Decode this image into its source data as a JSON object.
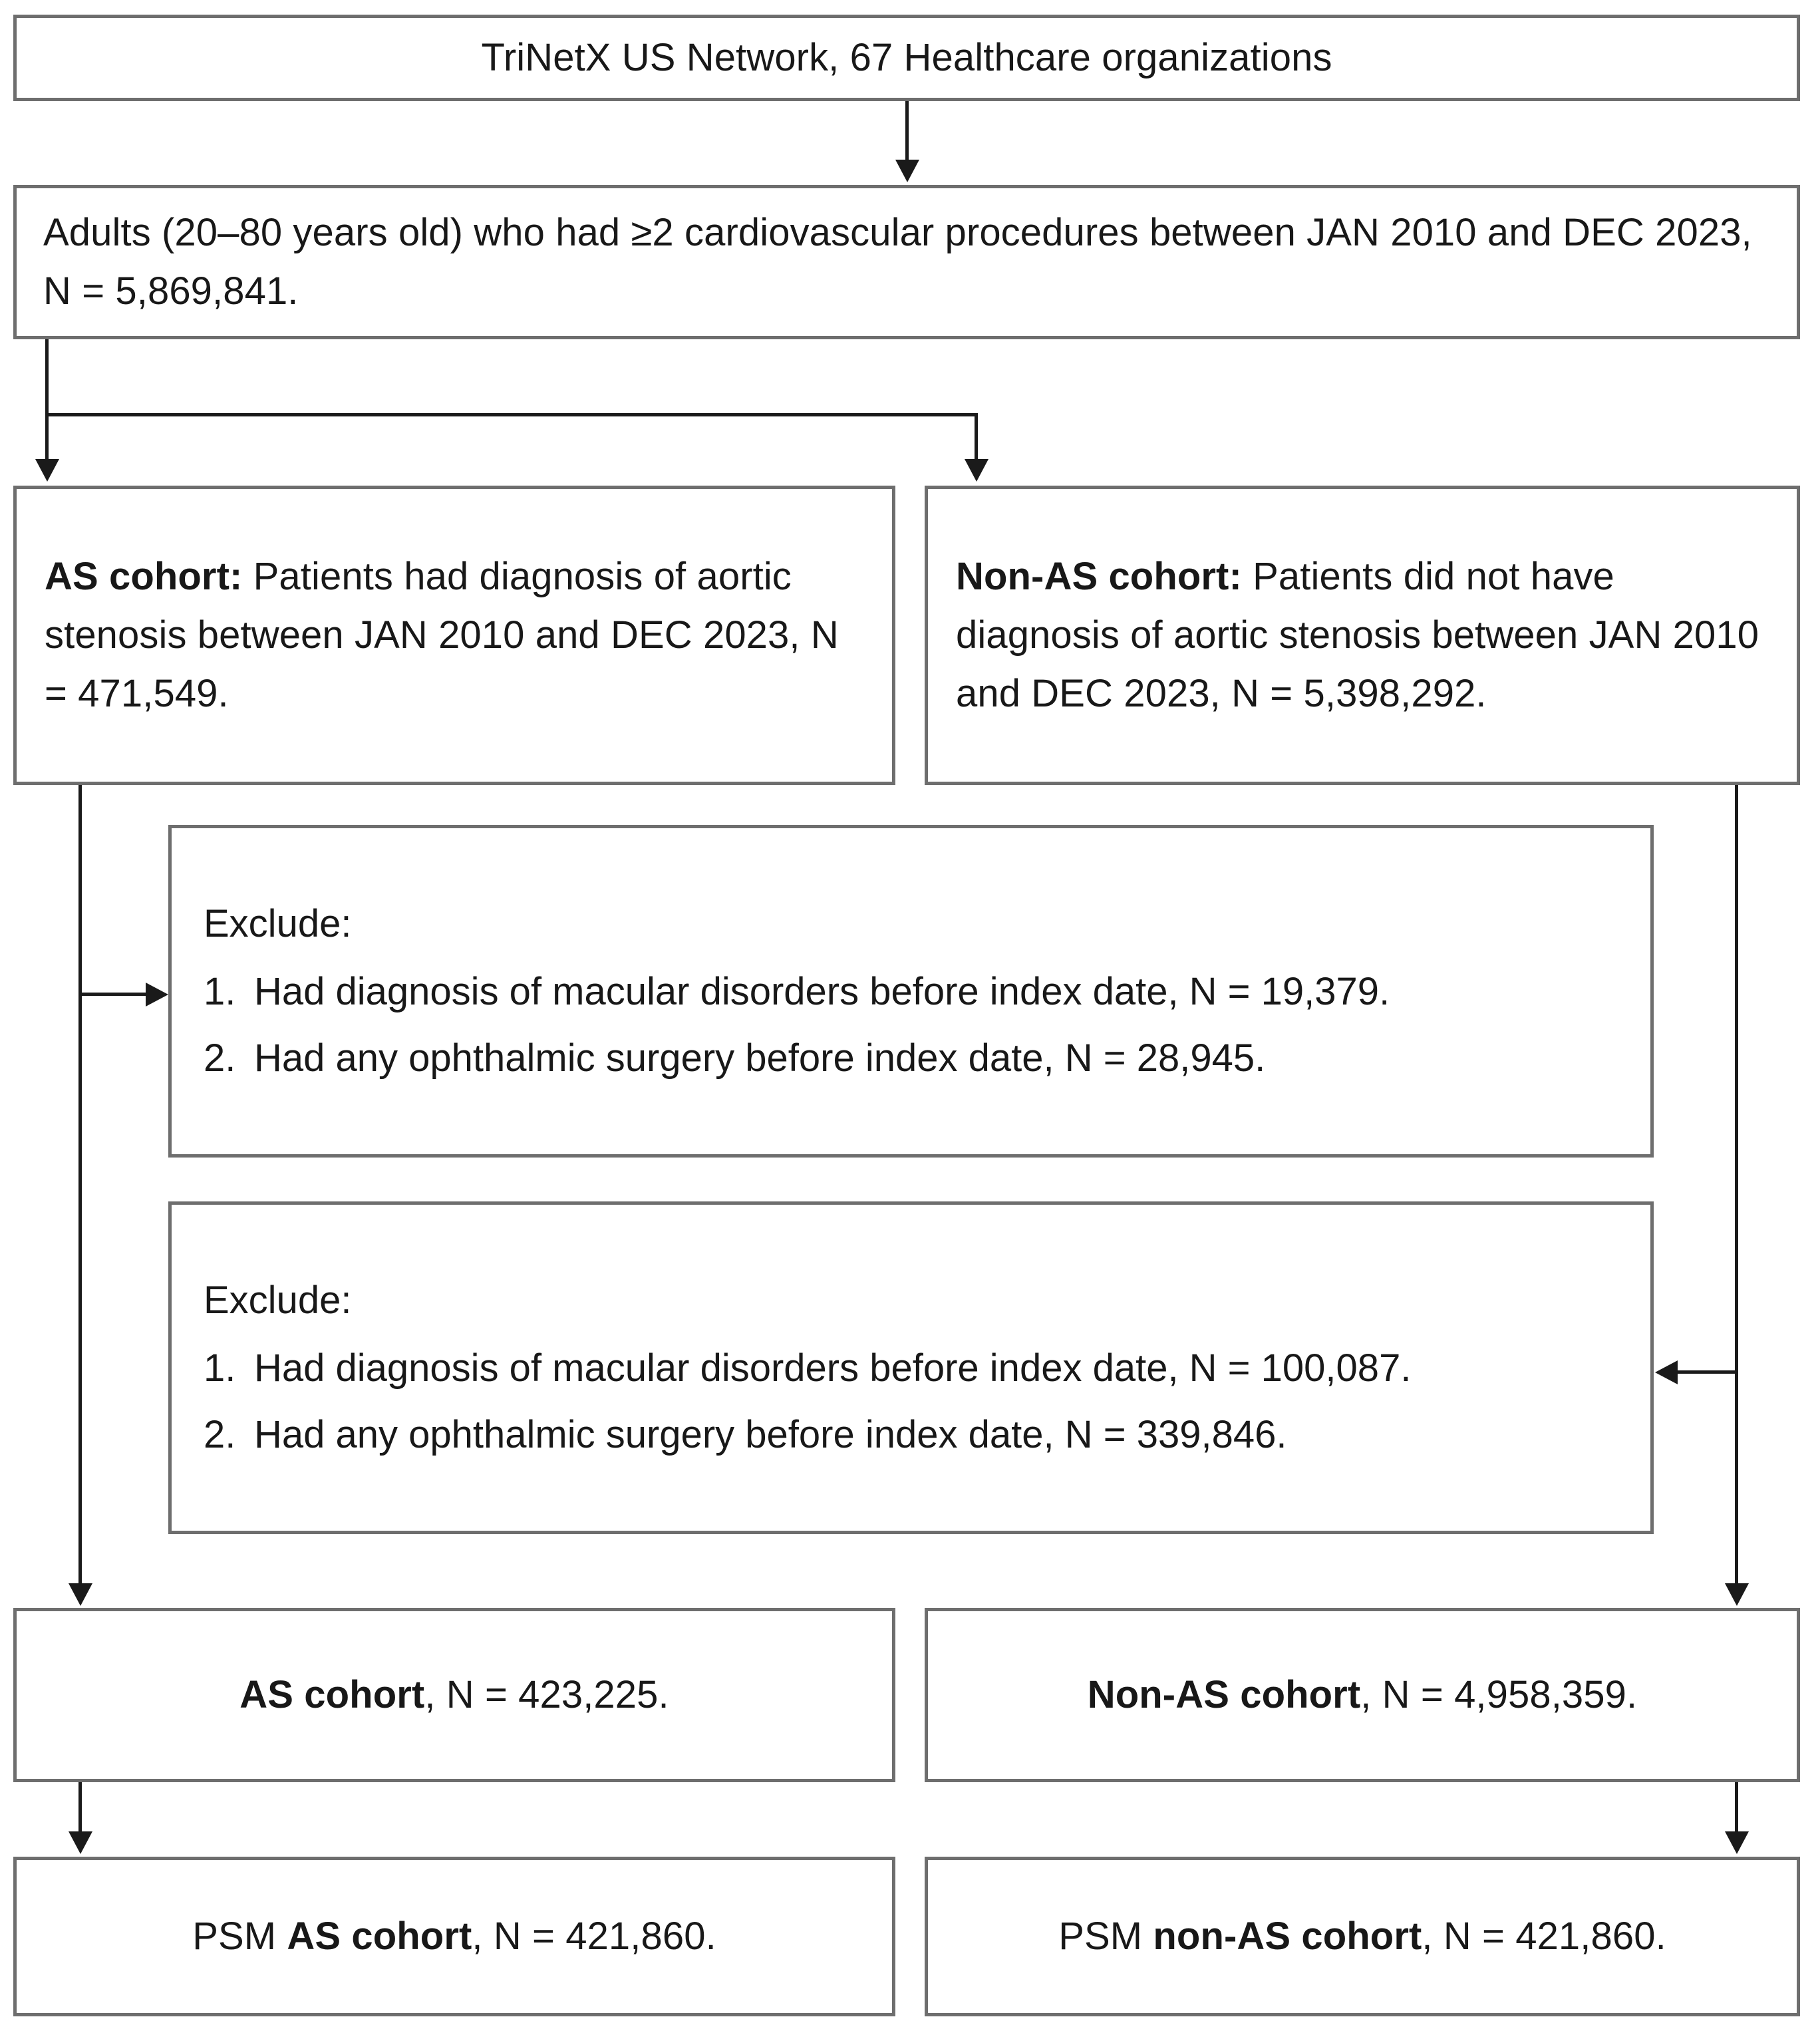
{
  "diagram": {
    "type": "flowchart",
    "title": "Study cohort selection flow diagram",
    "colors": {
      "box_border": "#6e6e6e",
      "connector": "#1a1a1a",
      "text": "#181818",
      "background": "#ffffff"
    }
  },
  "nodes": {
    "source": {
      "text": "TriNetX US Network, 67 Healthcare organizations"
    },
    "population": {
      "text": "Adults (20–80 years old) who had ≥2 cardiovascular procedures between JAN 2010 and DEC 2023, N = 5,869,841."
    },
    "as_cohort": {
      "label": "AS cohort:",
      "text": " Patients had diagnosis of aortic stenosis between JAN 2010 and DEC 2023, N = 471,549."
    },
    "nonas_cohort": {
      "label": "Non-AS cohort:",
      "text": " Patients did not have diagnosis of aortic stenosis between JAN 2010 and DEC 2023, N = 5,398,292."
    },
    "exclude_as": {
      "heading": "Exclude:",
      "items": [
        {
          "num": "1.",
          "text": "Had diagnosis of macular disorders before index date,  N = 19,379."
        },
        {
          "num": "2.",
          "text": "Had any ophthalmic surgery before index date, N = 28,945."
        }
      ]
    },
    "exclude_nonas": {
      "heading": "Exclude:",
      "items": [
        {
          "num": "1.",
          "text": "Had diagnosis of macular disorders before index date, N = 100,087."
        },
        {
          "num": "2.",
          "text": "Had any ophthalmic surgery before index date, N = 339,846."
        }
      ]
    },
    "as_final": {
      "label": "AS cohort",
      "text": ", N = 423,225."
    },
    "nonas_final": {
      "label": "Non-AS cohort",
      "text": ", N = 4,958,359."
    },
    "psm_as": {
      "prefix": "PSM ",
      "label": "AS cohort",
      "text": ", N = 421,860."
    },
    "psm_nonas": {
      "prefix": "PSM ",
      "label": "non-AS cohort",
      "text": ", N = 421,860."
    }
  }
}
